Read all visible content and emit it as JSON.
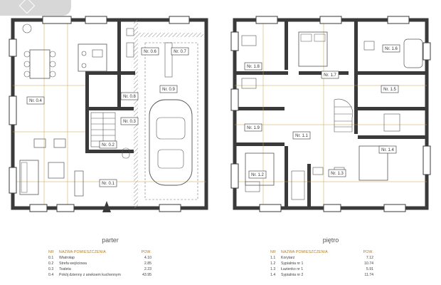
{
  "levels": {
    "ground": "parter",
    "upper": "piętro"
  },
  "rooms_ground": [
    "Nr. 0.6",
    "Nr. 0.7",
    "Nr. 0.4",
    "Nr. 0.8",
    "Nr. 0.9",
    "Nr. 0.3",
    "Nr. 0.2",
    "Nr. 0.1"
  ],
  "rooms_upper": [
    "Nr. 1.6",
    "Nr. 1.8",
    "Nr. 1.7",
    "Nr. 1.5",
    "Nr. 1.9",
    "Nr. 1.1",
    "Nr. 1.3",
    "Nr. 1.2",
    "Nr. 1.4"
  ],
  "table_ground": {
    "h_nr": "NR",
    "h_name": "NAZWA POMIESZCZENIA",
    "h_area": "POW.",
    "rows": [
      {
        "nr": "0.1",
        "name": "Wiatrołap",
        "area": "4.10"
      },
      {
        "nr": "0.2",
        "name": "Strefa wejściowa",
        "area": "2.85"
      },
      {
        "nr": "0.3",
        "name": "Toaleta",
        "area": "2.23"
      },
      {
        "nr": "0.4",
        "name": "Pokój dzienny z aneksem kuchennym",
        "area": "43.95"
      }
    ]
  },
  "table_upper": {
    "h_nr": "NR",
    "h_name": "NAZWA POMIESZCZENIA",
    "h_area": "POW.",
    "rows": [
      {
        "nr": "1.1",
        "name": "Korytarz",
        "area": "7.12"
      },
      {
        "nr": "1.2",
        "name": "Sypialnia nr 1",
        "area": "10.74"
      },
      {
        "nr": "1.3",
        "name": "Łazienko nr 1",
        "area": "5.91"
      },
      {
        "nr": "1.4",
        "name": "Sypialnia nr 2",
        "area": "11.74"
      }
    ]
  },
  "colors": {
    "wall": "#3a3a3a",
    "dim": "#c9a24a",
    "hatch": "#9a9a9a",
    "label_fill": "#ffffff"
  }
}
